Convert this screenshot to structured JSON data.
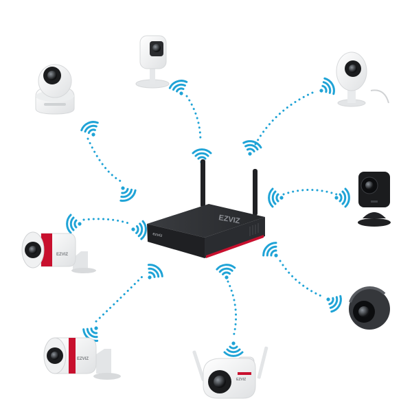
{
  "colors": {
    "accent": "#1fa3d6",
    "nvr_body": "#2b2d30",
    "camera_white": "#f2f3f4",
    "camera_black": "#1b1c1e",
    "brand_red": "#c8102e"
  },
  "nvr": {
    "brand": "EZVIZ",
    "front_logo": "ezviz"
  },
  "cameras": [
    {
      "icon": "pan-tilt-camera-icon",
      "brand": ""
    },
    {
      "icon": "mini-cube-camera-icon",
      "brand": ""
    },
    {
      "icon": "mini-dome-camera-icon",
      "brand": ""
    },
    {
      "icon": "black-cube-camera-icon",
      "brand": ""
    },
    {
      "icon": "bullet-camera-icon",
      "brand": "EZVIZ"
    },
    {
      "icon": "fisheye-camera-icon",
      "brand": ""
    },
    {
      "icon": "bullet-camera-icon",
      "brand": "EZVIZ"
    },
    {
      "icon": "outdoor-camera-icon",
      "brand": "EZVIZ"
    }
  ]
}
